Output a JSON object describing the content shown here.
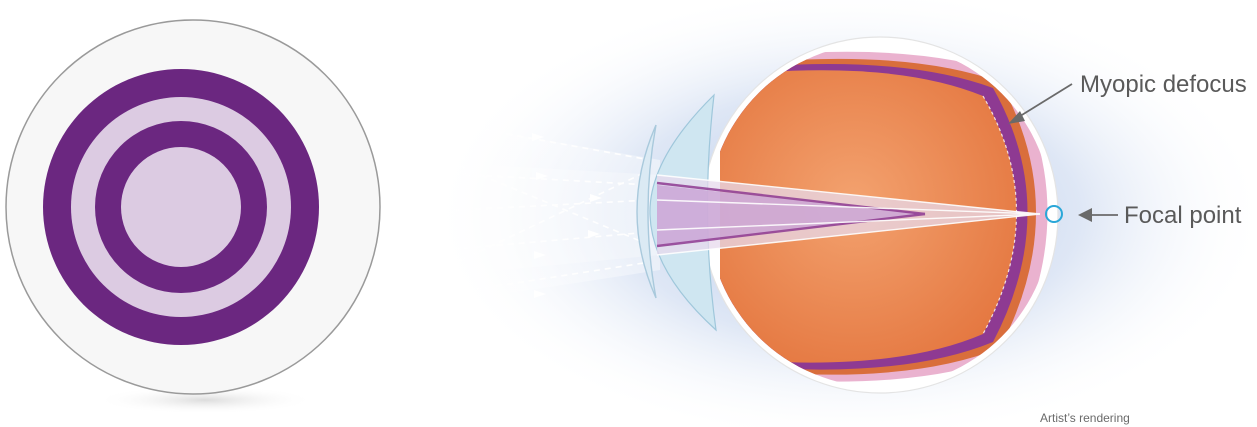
{
  "labels": {
    "myopic_defocus": "Myopic defocus",
    "focal_point": "Focal point",
    "caption": "Artist’s rendering"
  },
  "colors": {
    "lens_ring_purple": "#6b2780",
    "lens_ring_lilac": "#dccbe2",
    "lens_disc": "#f7f7f7",
    "eye_interior": "#eb8a55",
    "retina_band": "#8e3a92",
    "cornea": "#cfe6f1",
    "focal_marker": "#2aa7d8",
    "background_glow": "#c8d6ee"
  },
  "icons": [
    "contact-lens-icon",
    "eye-cross-section-icon",
    "arrow-left-icon"
  ]
}
